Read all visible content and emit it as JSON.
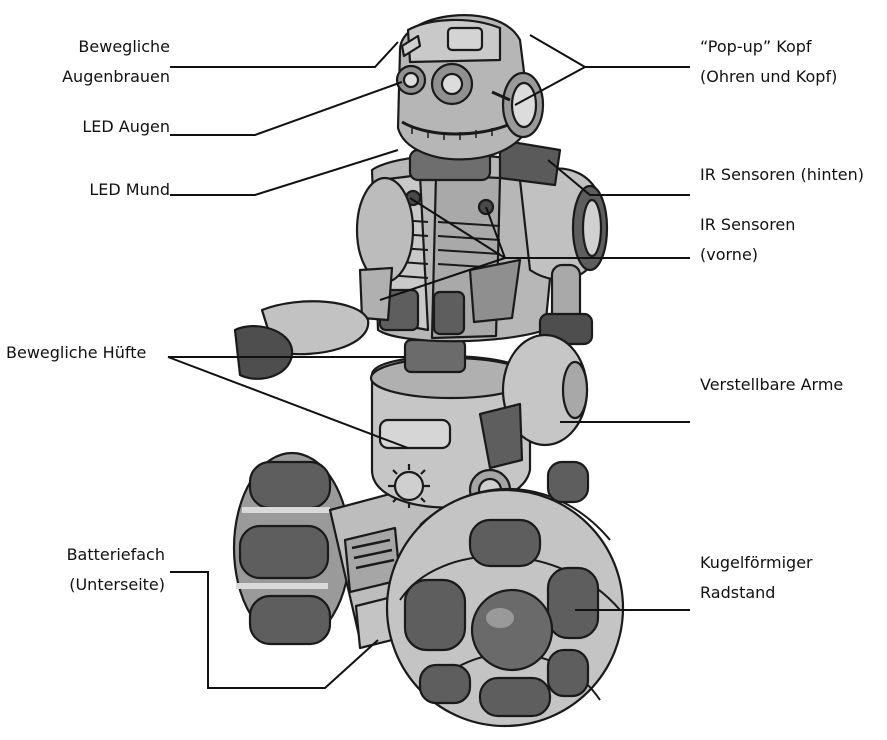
{
  "labels": {
    "left": {
      "eyebrows_1": "Bewegliche",
      "eyebrows_2": "Augenbrauen",
      "led_eyes": "LED Augen",
      "led_mouth": "LED Mund",
      "hip": "Bewegliche Hüfte",
      "battery_1": "Batteriefach",
      "battery_2": "(Unterseite)"
    },
    "right": {
      "popup_1": "“Pop-up” Kopf",
      "popup_2": "(Ohren und Kopf)",
      "ir_back": "IR Sensoren (hinten)",
      "ir_front_1": "IR Sensoren",
      "ir_front_2": "(vorne)",
      "arms": "Verstellbare Arme",
      "wheel_1": "Kugelförmiger",
      "wheel_2": "Radstand"
    }
  },
  "colors": {
    "line": "#111111",
    "body_light": "#c9c9c9",
    "body_mid": "#a8a8a8",
    "body_dark": "#5e5e5e",
    "outline": "#1a1a1a"
  }
}
